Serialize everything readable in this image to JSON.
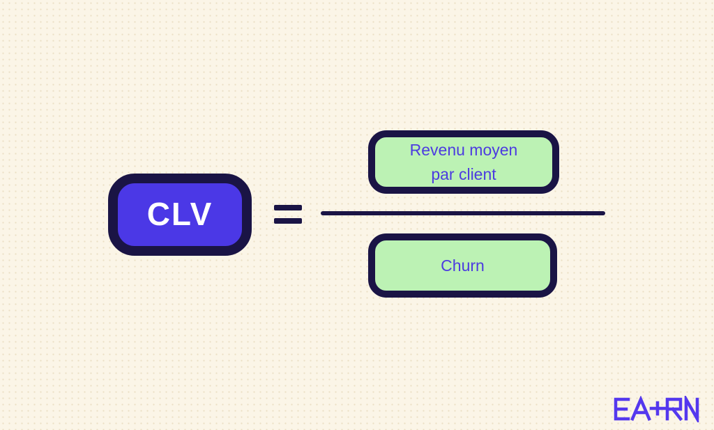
{
  "page": {
    "background_color": "#FBF5E7",
    "outline_color": "#1A1445"
  },
  "formula": {
    "description": "CLV = Revenu moyen par client / Churn",
    "result": {
      "label": "CLV",
      "fill_color": "#4B38E6",
      "text_color": "#FFFFFF"
    },
    "equals": "=",
    "numerator": {
      "label": "Revenu moyen par client",
      "line1": "Revenu moyen",
      "line2": "par client",
      "fill_color": "#BCF2B4",
      "text_color": "#4C3BE0"
    },
    "denominator": {
      "label": "Churn",
      "fill_color": "#BCF2B4",
      "text_color": "#4C3BE0"
    }
  },
  "branding": {
    "logo_text": "EA+RN",
    "logo_color": "#5438EE"
  }
}
